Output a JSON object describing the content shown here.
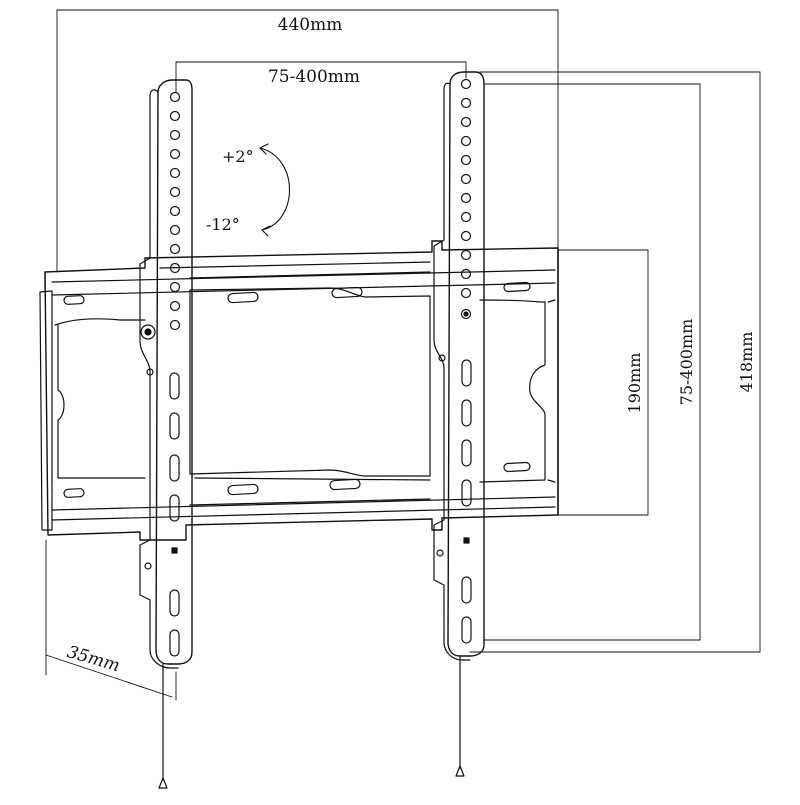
{
  "diagram": {
    "dimensions": {
      "overall_width": "440mm",
      "vesa_horizontal": "75-400mm",
      "wall_plate_height": "190mm",
      "vesa_vertical": "75-400mm",
      "arm_height": "418mm",
      "depth": "35mm"
    },
    "tilt": {
      "up": "+2°",
      "down": "-12°"
    },
    "colors": {
      "stroke": "#111111",
      "background": "#ffffff"
    }
  }
}
